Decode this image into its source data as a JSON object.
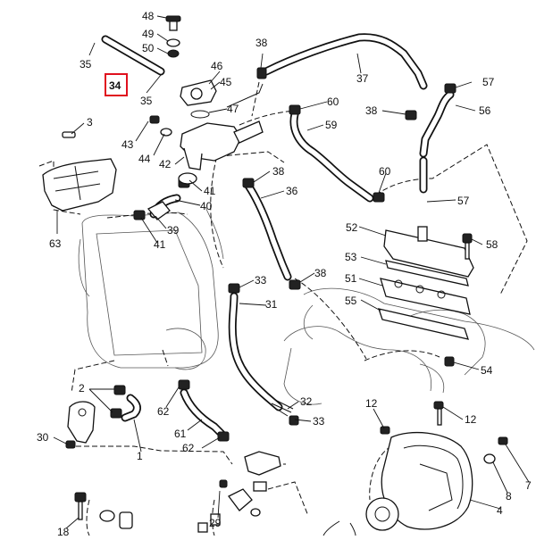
{
  "highlighted_callout": "34",
  "callouts": [
    {
      "id": "c48",
      "label": "48"
    },
    {
      "id": "c49",
      "label": "49"
    },
    {
      "id": "c50",
      "label": "50"
    },
    {
      "id": "c35a",
      "label": "35"
    },
    {
      "id": "c34",
      "label": "34"
    },
    {
      "id": "c35b",
      "label": "35"
    },
    {
      "id": "c46",
      "label": "46"
    },
    {
      "id": "c45",
      "label": "45"
    },
    {
      "id": "c47",
      "label": "47"
    },
    {
      "id": "c38a",
      "label": "38"
    },
    {
      "id": "c37",
      "label": "37"
    },
    {
      "id": "c57a",
      "label": "57"
    },
    {
      "id": "c56",
      "label": "56"
    },
    {
      "id": "c60a",
      "label": "60"
    },
    {
      "id": "c59",
      "label": "59"
    },
    {
      "id": "c38b",
      "label": "38"
    },
    {
      "id": "c3",
      "label": "3"
    },
    {
      "id": "c43",
      "label": "43"
    },
    {
      "id": "c44",
      "label": "44"
    },
    {
      "id": "c42",
      "label": "42"
    },
    {
      "id": "c41a",
      "label": "41"
    },
    {
      "id": "c40",
      "label": "40"
    },
    {
      "id": "c38c",
      "label": "38"
    },
    {
      "id": "c36",
      "label": "36"
    },
    {
      "id": "c60b",
      "label": "60"
    },
    {
      "id": "c57b",
      "label": "57"
    },
    {
      "id": "c63",
      "label": "63"
    },
    {
      "id": "c39",
      "label": "39"
    },
    {
      "id": "c41b",
      "label": "41"
    },
    {
      "id": "c52",
      "label": "52"
    },
    {
      "id": "c58",
      "label": "58"
    },
    {
      "id": "c53",
      "label": "53"
    },
    {
      "id": "c33a",
      "label": "33"
    },
    {
      "id": "c38d",
      "label": "38"
    },
    {
      "id": "c51",
      "label": "51"
    },
    {
      "id": "c31",
      "label": "31"
    },
    {
      "id": "c55",
      "label": "55"
    },
    {
      "id": "c54",
      "label": "54"
    },
    {
      "id": "c2",
      "label": "2"
    },
    {
      "id": "c62a",
      "label": "62"
    },
    {
      "id": "c32",
      "label": "32"
    },
    {
      "id": "c12a",
      "label": "12"
    },
    {
      "id": "c12b",
      "label": "12"
    },
    {
      "id": "c33b",
      "label": "33"
    },
    {
      "id": "c61",
      "label": "61"
    },
    {
      "id": "c30",
      "label": "30"
    },
    {
      "id": "c1",
      "label": "1"
    },
    {
      "id": "c62b",
      "label": "62"
    },
    {
      "id": "c7",
      "label": "7"
    },
    {
      "id": "c8",
      "label": "8"
    },
    {
      "id": "c4",
      "label": "4"
    },
    {
      "id": "c29",
      "label": "29"
    },
    {
      "id": "c18",
      "label": "18"
    }
  ]
}
